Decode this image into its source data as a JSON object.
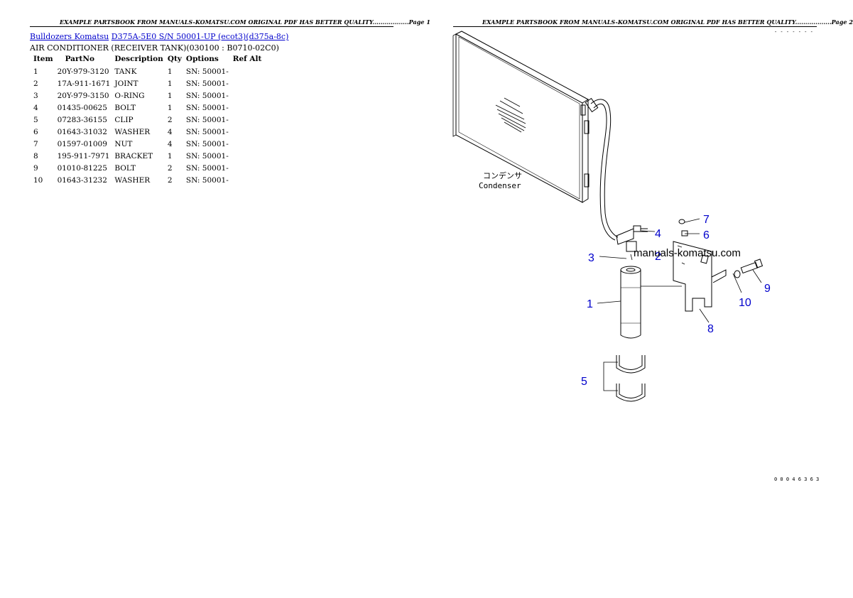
{
  "page1": {
    "header": "EXAMPLE PARTSBOOK FROM MANUALS-KOMATSU.COM ORIGINAL PDF HAS BETTER QUALITY..................Page 1",
    "breadcrumb": {
      "link1": "Bulldozers Komatsu",
      "link2": "D375A-5E0 S/N 50001-UP (ecot3)(d375a-8c)"
    },
    "subtitle": "AIR CONDITIONER (RECEIVER TANK)(030100 : B0710-02C0)",
    "table": {
      "headers": [
        "Item",
        "PartNo",
        "Description",
        "Qty",
        "Options",
        "Ref Alt"
      ],
      "rows": [
        [
          "1",
          "20Y-979-3120",
          "TANK",
          "1",
          "SN: 50001-",
          ""
        ],
        [
          "2",
          "17A-911-1671",
          "JOINT",
          "1",
          "SN: 50001-",
          ""
        ],
        [
          "3",
          "20Y-979-3150",
          "O-RING",
          "1",
          "SN: 50001-",
          ""
        ],
        [
          "4",
          "01435-00625",
          "BOLT",
          "1",
          "SN: 50001-",
          ""
        ],
        [
          "5",
          "07283-36155",
          "CLIP",
          "2",
          "SN: 50001-",
          ""
        ],
        [
          "6",
          "01643-31032",
          "WASHER",
          "4",
          "SN: 50001-",
          ""
        ],
        [
          "7",
          "01597-01009",
          "NUT",
          "4",
          "SN: 50001-",
          ""
        ],
        [
          "8",
          "195-911-7971",
          "BRACKET",
          "1",
          "SN: 50001-",
          ""
        ],
        [
          "9",
          "01010-81225",
          "BOLT",
          "2",
          "SN: 50001-",
          ""
        ],
        [
          "10",
          "01643-31232",
          "WASHER",
          "2",
          "SN: 50001-",
          ""
        ]
      ]
    }
  },
  "page2": {
    "header": "EXAMPLE PARTSBOOK FROM MANUALS-KOMATSU.COM ORIGINAL PDF HAS BETTER QUALITY..................Page 2",
    "diagram": {
      "top_code": "- - - - - - -",
      "condenser_jp": "コンデンサ",
      "condenser_en": "Condenser",
      "watermark": "manuals-komatsu.com",
      "callouts": [
        "1",
        "2",
        "3",
        "4",
        "5",
        "6",
        "7",
        "8",
        "9",
        "10"
      ],
      "bottom_code": "0 0 0 4 6 3 6 3",
      "callout_color": "#0000cc"
    }
  }
}
